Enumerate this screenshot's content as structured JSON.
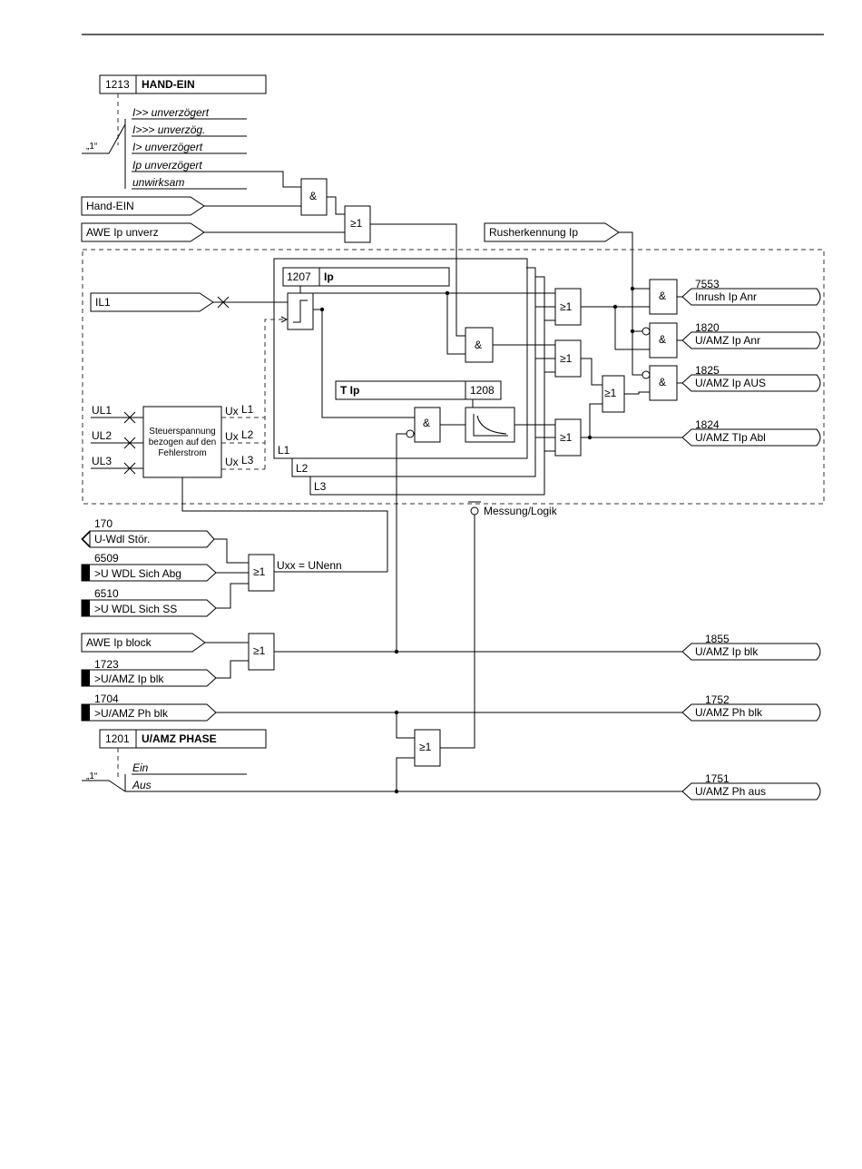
{
  "params": {
    "hand_ein": {
      "num": "1213",
      "name": "HAND-EIN"
    },
    "hand_ein_options": [
      "I>> unverzögert",
      "I>>> unverzög.",
      "I> unverzögert",
      "Ip unverzögert",
      "unwirksam"
    ],
    "ip": {
      "num": "1207",
      "name": "Ip"
    },
    "t_ip": {
      "name": "T Ip",
      "num": "1208"
    },
    "uamz_phase": {
      "num": "1201",
      "name": "U/AMZ PHASE"
    },
    "uamz_phase_options": [
      "Ein",
      "Aus"
    ],
    "switch_default": "„1“"
  },
  "inputs": {
    "hand_ein": "Hand-EIN",
    "awe_ip_unverz": "AWE Ip unverz",
    "rusherkennung": "Rusherkennung Ip",
    "il1": "IL1",
    "ul1": "UL1",
    "ul2": "UL2",
    "ul3": "UL3",
    "awe_ip_block": "AWE Ip block"
  },
  "binary_inputs": [
    {
      "num": "170",
      "label": "U-Wdl Stör."
    },
    {
      "num": "6509",
      "label": ">U WDL Sich Abg"
    },
    {
      "num": "6510",
      "label": ">U WDL Sich SS"
    },
    {
      "num": "1723",
      "label": ">U/AMZ Ip blk"
    },
    {
      "num": "1704",
      "label": ">U/AMZ Ph blk"
    }
  ],
  "outputs": [
    {
      "num": "7553",
      "label": "Inrush Ip Anr"
    },
    {
      "num": "1820",
      "label": "U/AMZ Ip Anr"
    },
    {
      "num": "1825",
      "label": "U/AMZ Ip AUS"
    },
    {
      "num": "1824",
      "label": "U/AMZ TIp Abl"
    },
    {
      "num": "1855",
      "label": "U/AMZ Ip blk"
    },
    {
      "num": "1752",
      "label": "U/AMZ Ph blk"
    },
    {
      "num": "1751",
      "label": "U/AMZ Ph aus"
    }
  ],
  "gates": {
    "and": "&",
    "or": "≥1"
  },
  "control_block": {
    "lines": [
      "Steuerspannung",
      "bezogen auf den",
      "Fehlerstrom"
    ],
    "ux": "Ux",
    "phases": [
      "L1",
      "L2",
      "L3"
    ]
  },
  "phase_labels": [
    "L1",
    "L2",
    "L3"
  ],
  "uxx_label": "Uxx = UNenn",
  "messung_logik": "Messung/Logik"
}
